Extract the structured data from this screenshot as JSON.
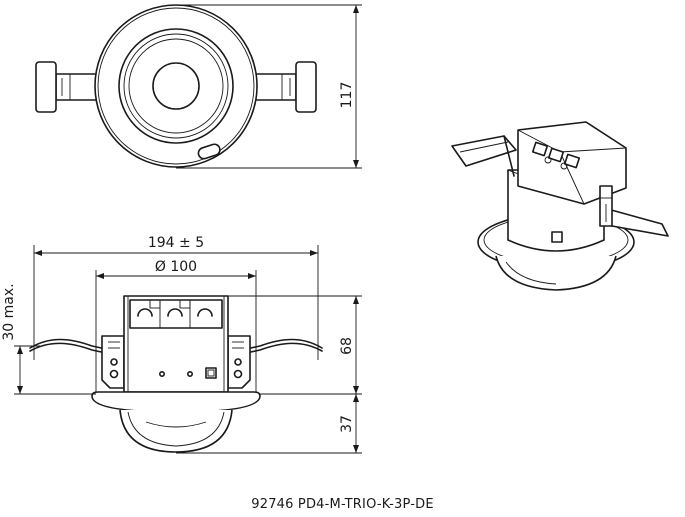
{
  "dimensions": {
    "height_top": "117",
    "width_total": "194 ± 5",
    "diameter": "Ø 100",
    "ceiling_max": "30 max.",
    "height_body": "68",
    "height_lens": "37"
  },
  "caption": "92746 PD4-M-TRIO-K-3P-DE"
}
